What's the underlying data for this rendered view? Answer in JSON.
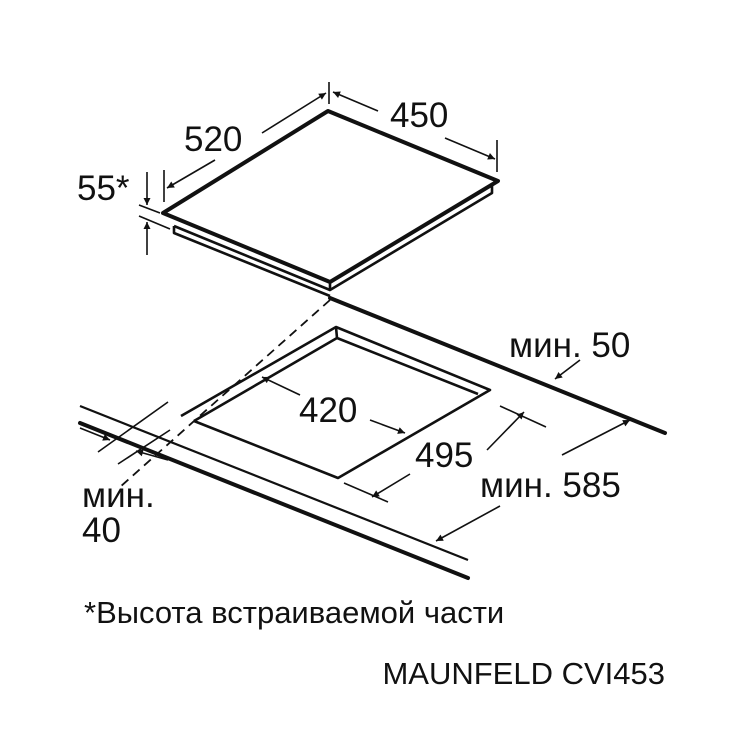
{
  "diagram": {
    "dimensions": {
      "width": "450",
      "depth": "520",
      "height": "55*",
      "cutout_width": "420",
      "cutout_depth": "495",
      "min_back": "мин. 50",
      "min_front_label": "мин.",
      "min_front_value": "40",
      "min_worktop": "мин. 585"
    },
    "footnote": "*Высота встраиваемой части",
    "model": "MAUNFELD CVI453"
  }
}
